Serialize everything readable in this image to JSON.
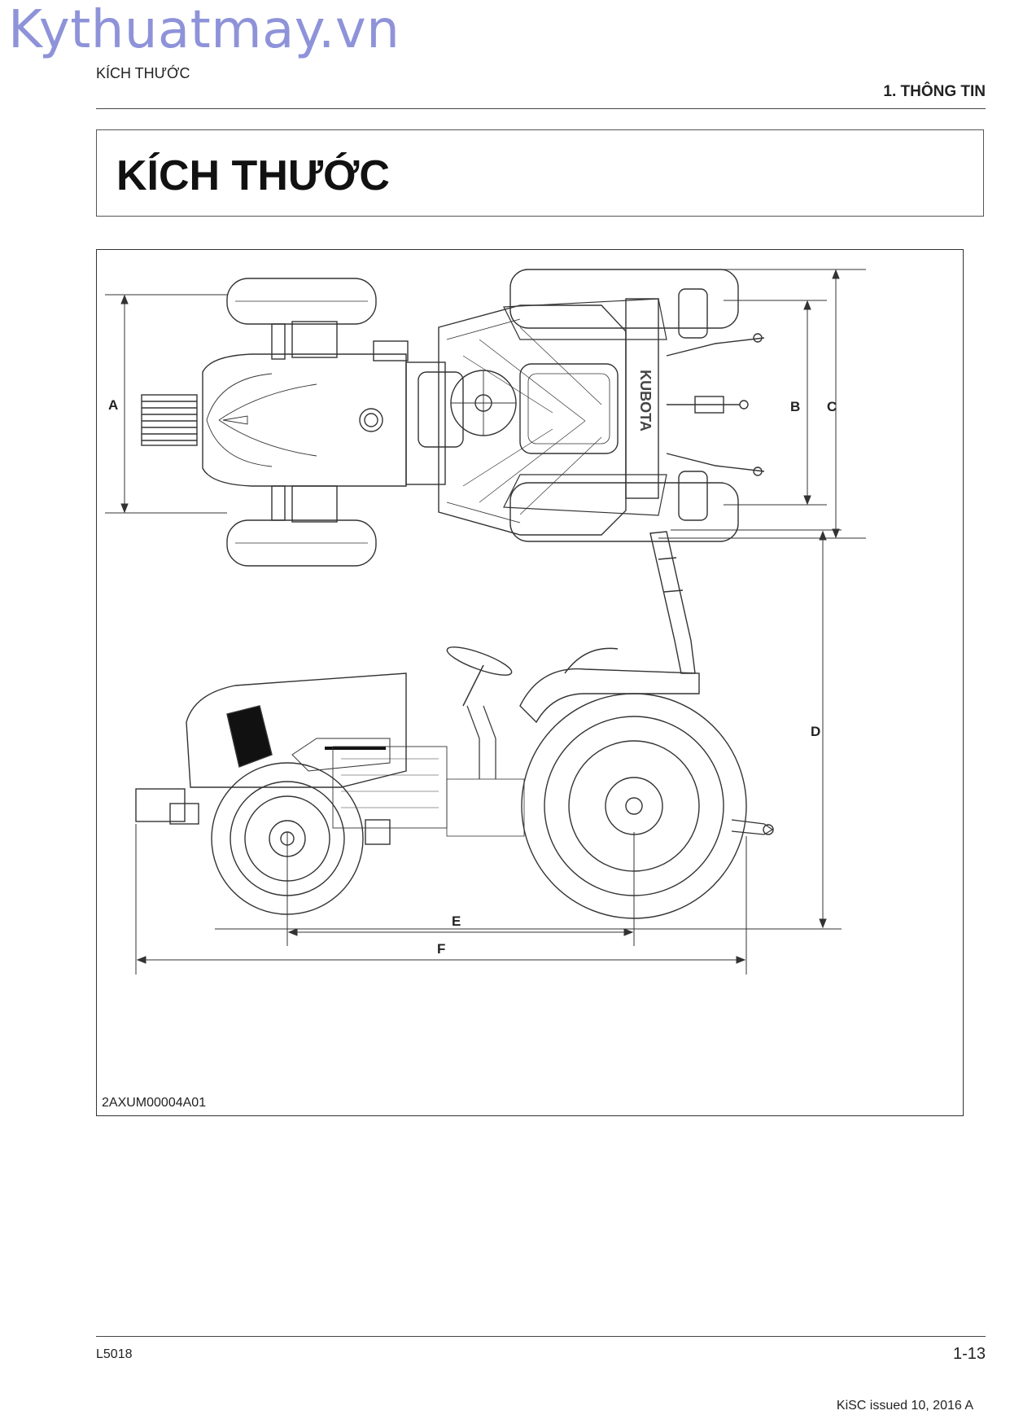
{
  "watermark": "Kythuatmay.vn",
  "header": {
    "section_left": "KÍCH THƯỚC",
    "chapter_right": "1. THÔNG TIN"
  },
  "title": "KÍCH THƯỚC",
  "figure": {
    "code": "2AXUM00004A01",
    "top_view": {
      "brand_text": "KUBOTA",
      "dimension_labels": [
        "A",
        "B",
        "C"
      ]
    },
    "side_view": {
      "dimension_labels": [
        "D",
        "E",
        "F"
      ]
    }
  },
  "footer": {
    "model": "L5018",
    "page": "1-13",
    "issue": "KiSC issued 10, 2016 A"
  }
}
